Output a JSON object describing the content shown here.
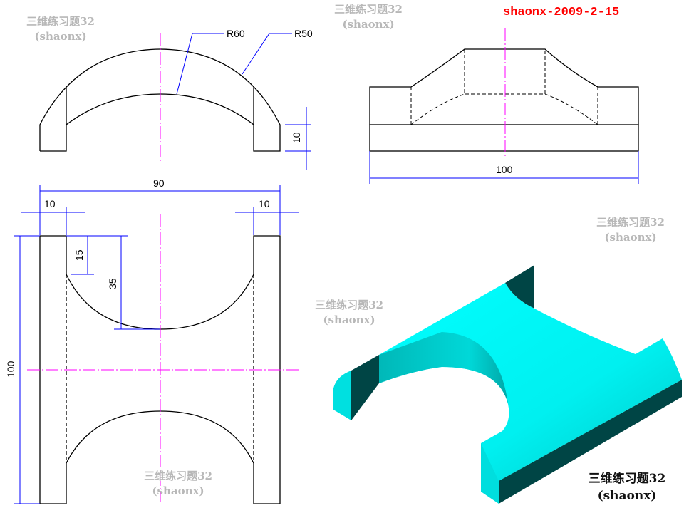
{
  "watermark": {
    "title": "三维练习题32",
    "author": "(shaonx)"
  },
  "date_stamp": "shaonx-2009-2-15",
  "front_view": {
    "radius_inner": "R60",
    "radius_outer": "R50",
    "base_height": "10"
  },
  "side_view": {
    "width": "100"
  },
  "top_view": {
    "overall_width": "90",
    "left_wall": "10",
    "right_wall": "10",
    "depth_small": "15",
    "depth_large": "35",
    "length": "100"
  },
  "colors": {
    "outline": "#000000",
    "dimension": "#0000ff",
    "centerline": "#ff00ff",
    "solid_light": "#00ffff",
    "solid_dark": "#004545",
    "stamp": "#ff0000"
  }
}
